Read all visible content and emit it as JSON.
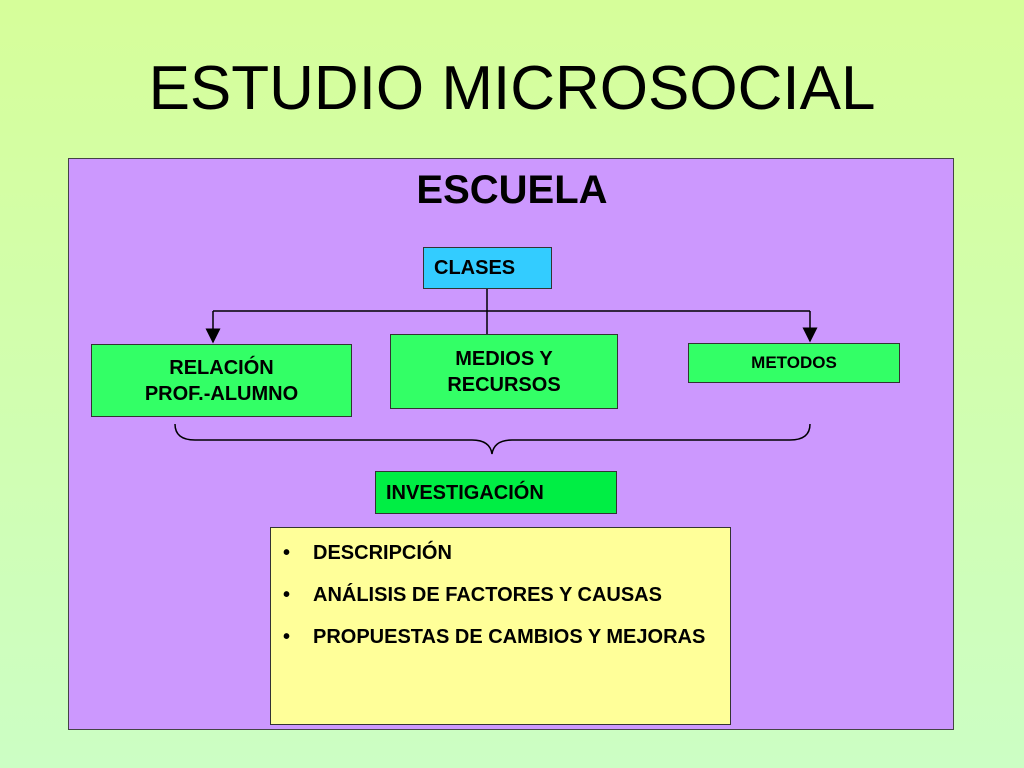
{
  "title": "ESTUDIO MICROSOCIAL",
  "panel": {
    "title": "ESCUELA",
    "root": "CLASES",
    "branches": [
      "RELACIÓN\nPROF.-ALUMNO",
      "MEDIOS Y\nRECURSOS",
      "METODOS"
    ],
    "result": "INVESTIGACIÓN",
    "items": [
      "DESCRIPCIÓN",
      "ANÁLISIS DE FACTORES Y CAUSAS",
      "PROPUESTAS DE CAMBIOS Y MEJORAS"
    ]
  },
  "colors": {
    "background": "#d6fe9a",
    "panel": "#cc98fe",
    "root_box": "#33ccff",
    "branch_box": "#33ff66",
    "list_box": "#ffff99"
  }
}
